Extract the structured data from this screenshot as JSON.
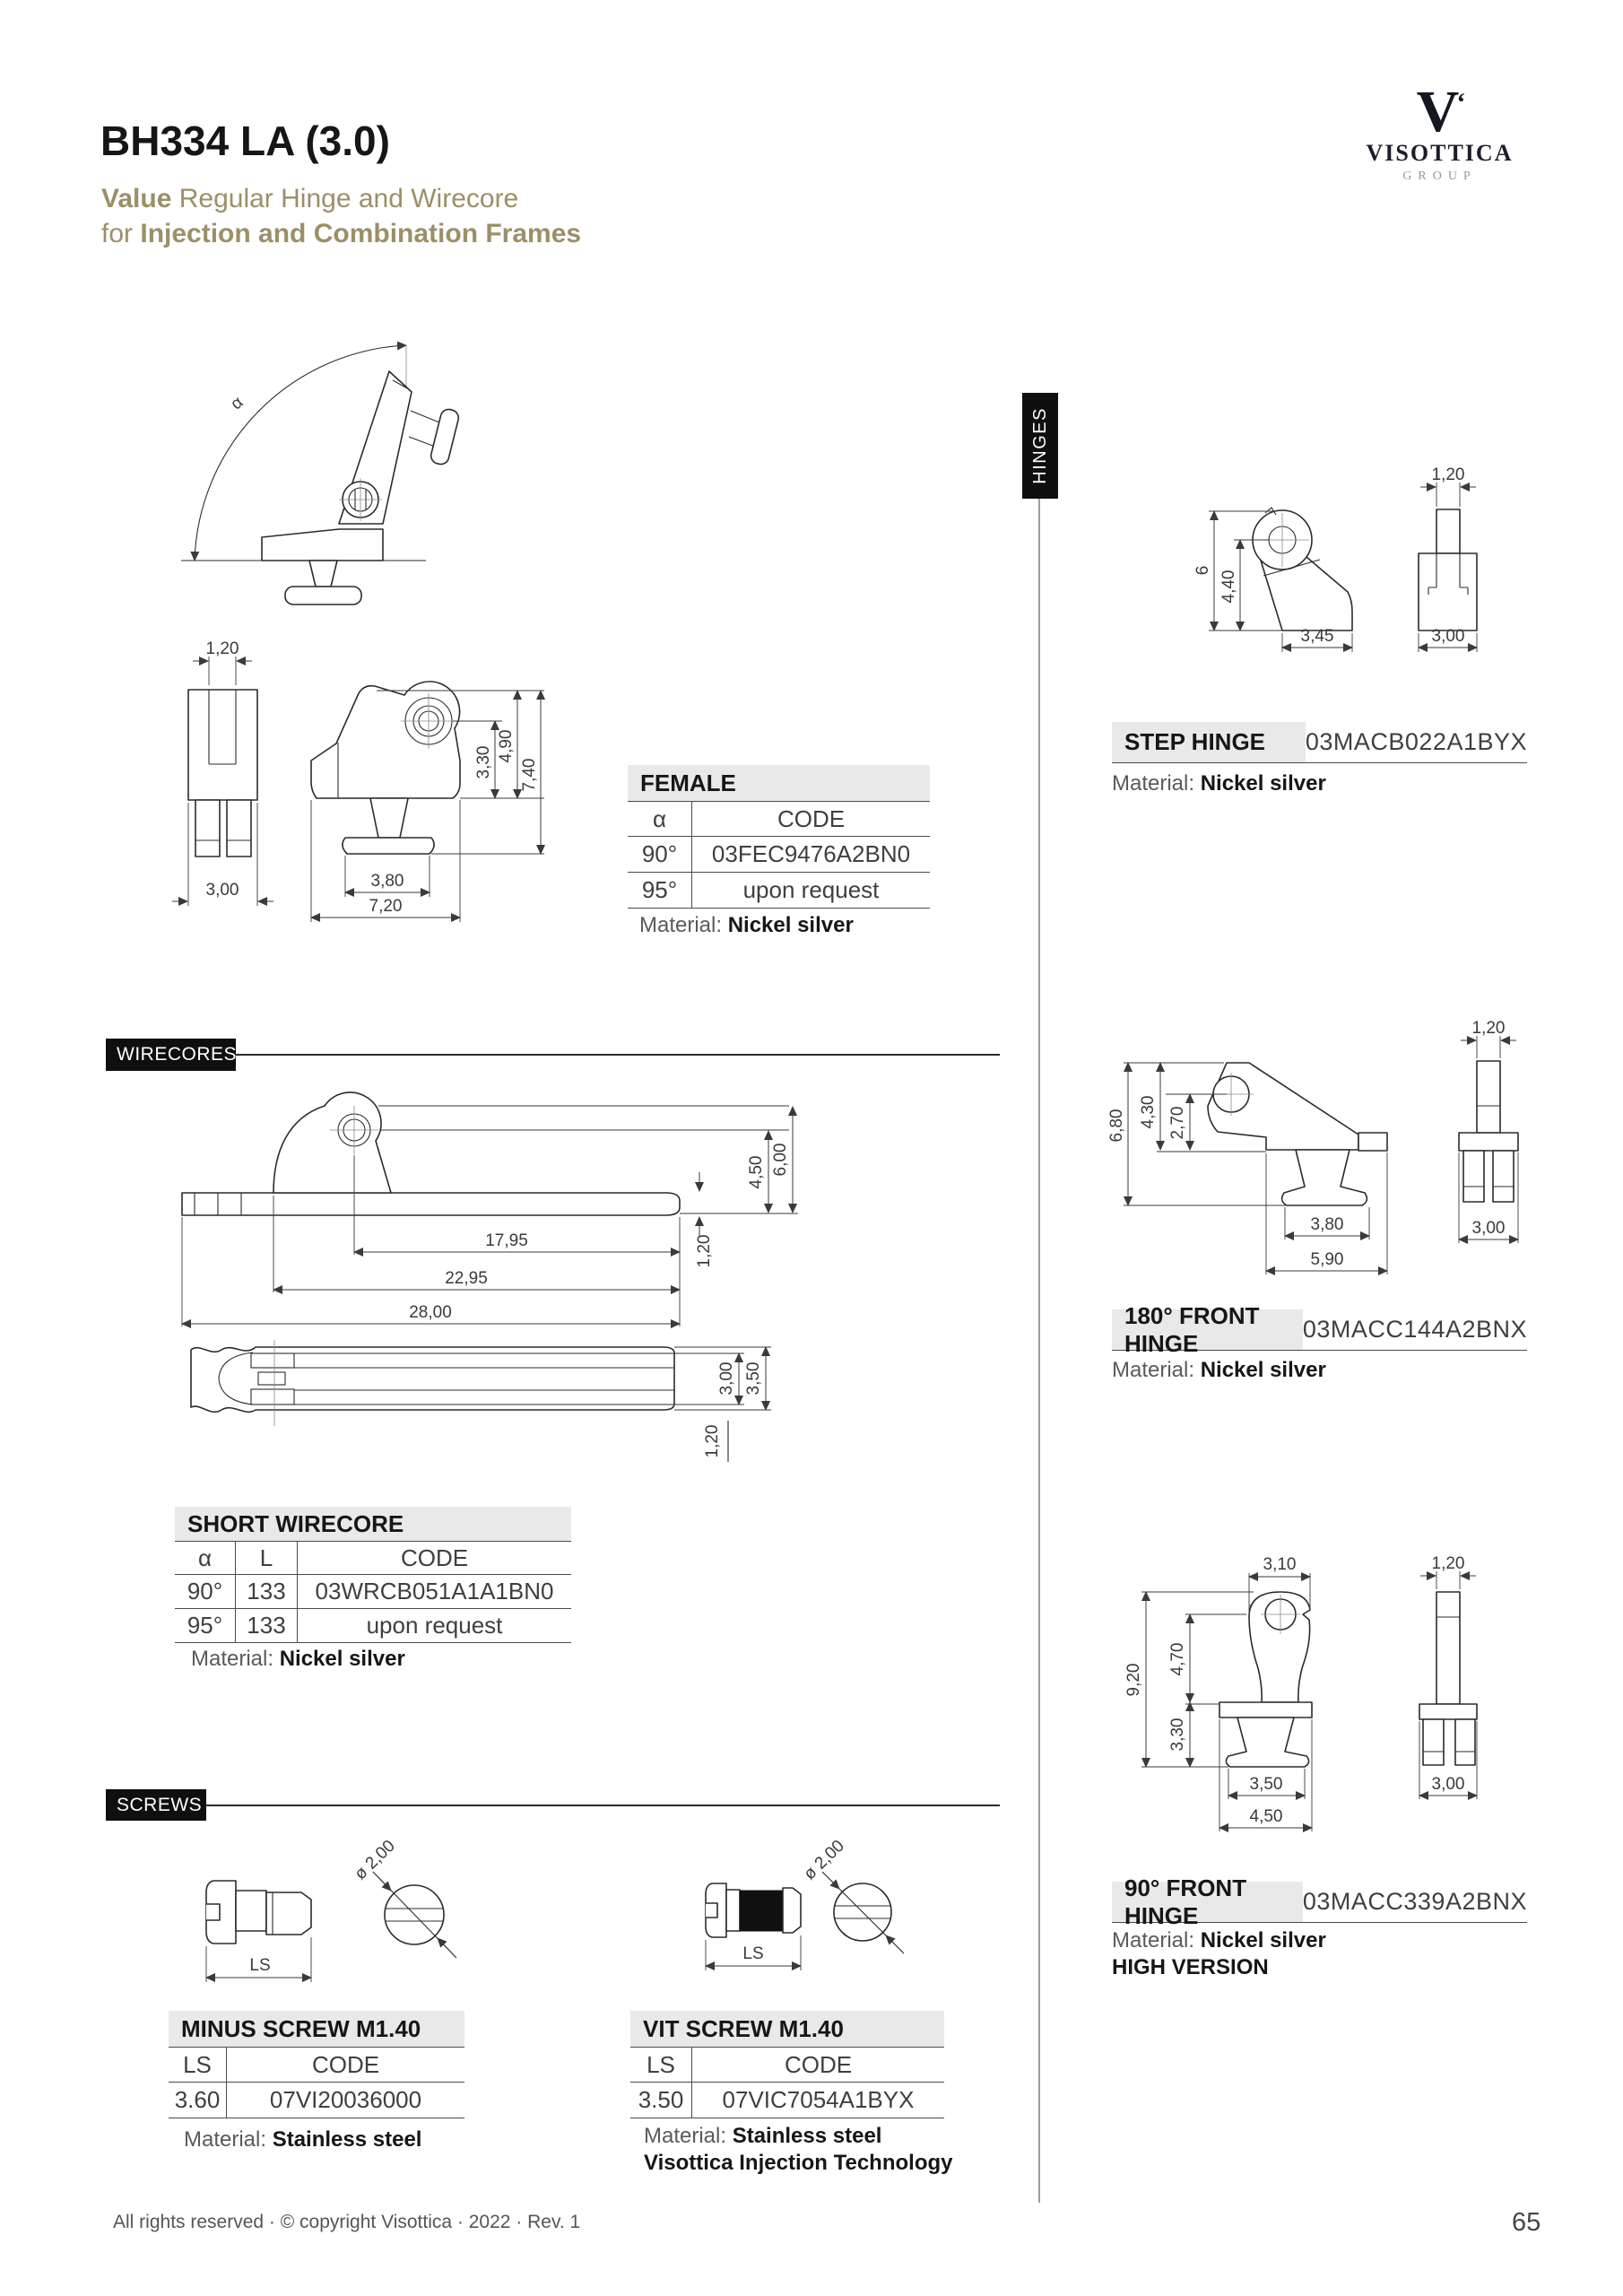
{
  "page": {
    "title": "BH334 LA (3.0)",
    "footer": "All rights reserved · © copyright Visottica · 2022 · Rev. 1",
    "page_number": "65"
  },
  "subtitle": {
    "line1_bold": "Value",
    "line1_rest": " Regular Hinge and Wirecore",
    "line2_pre": "for ",
    "line2_bold": "Injection and Combination Frames"
  },
  "logo": {
    "mark": "V",
    "flourish": "‘",
    "name": "VISOTTICA",
    "group": "GROUP"
  },
  "side_tab": {
    "label": "HINGES"
  },
  "section_labels": {
    "wirecores": "WIRECORES",
    "screws": "SCREWS"
  },
  "labels": {
    "material": "Material:"
  },
  "female_table": {
    "title": "FEMALE",
    "col_angle": "α",
    "col_code": "CODE",
    "rows": [
      {
        "angle": "90°",
        "code": "03FEC9476A2BN0"
      },
      {
        "angle": "95°",
        "code": "upon request"
      }
    ],
    "material": "Nickel silver"
  },
  "short_wirecore_table": {
    "title": "SHORT WIRECORE",
    "col_angle": "α",
    "col_l": "L",
    "col_code": "CODE",
    "rows": [
      {
        "angle": "90°",
        "l": "133",
        "code": "03WRCB051A1A1BN0"
      },
      {
        "angle": "95°",
        "l": "133",
        "code": "upon request"
      }
    ],
    "material": "Nickel silver"
  },
  "minus_screw_table": {
    "title": "MINUS SCREW M1.40",
    "col_ls": "LS",
    "col_code": "CODE",
    "rows": [
      {
        "ls": "3.60",
        "code": "07VI20036000"
      }
    ],
    "material": "Stainless steel"
  },
  "vit_screw_table": {
    "title": "VIT SCREW M1.40",
    "col_ls": "LS",
    "col_code": "CODE",
    "rows": [
      {
        "ls": "3.50",
        "code": "07VIC7054A1BYX"
      }
    ],
    "material": "Stainless steel",
    "note": "Visottica Injection Technology"
  },
  "products": {
    "step_hinge": {
      "name": "STEP HINGE",
      "code": "03MACB022A1BYX",
      "material": "Nickel silver"
    },
    "front_hinge_180": {
      "name": "180° FRONT HINGE",
      "code": "03MACC144A2BNX",
      "material": "Nickel silver"
    },
    "front_hinge_90": {
      "name": "90° FRONT HINGE",
      "code": "03MACC339A2BNX",
      "material": "Nickel silver",
      "note": "HIGH VERSION"
    }
  },
  "dims": {
    "alpha": "α",
    "hinge_front": {
      "w120": "1,20",
      "w300": "3,00",
      "h330": "3,30",
      "h490": "4,90",
      "h740": "7,40",
      "w380": "3,80",
      "w720": "7,20"
    },
    "step_hinge": {
      "h6": "6",
      "h440": "4,40",
      "w345": "3,45",
      "w120": "1,20",
      "w300": "3,00"
    },
    "wirecore": {
      "l1795": "17,95",
      "l2295": "22,95",
      "l2800": "28,00",
      "h450": "4,50",
      "h600": "6,00",
      "t120": "1,20"
    },
    "wirecore_section": {
      "h300": "3,00",
      "h350": "3,50",
      "t120": "1,20"
    },
    "front_180": {
      "h680": "6,80",
      "h430": "4,30",
      "h270": "2,70",
      "w380": "3,80",
      "w590": "5,90",
      "w120": "1,20",
      "w300": "3,00"
    },
    "front_90": {
      "w310": "3,10",
      "h920": "9,20",
      "h470": "4,70",
      "h330": "3,30",
      "w350": "3,50",
      "w450": "4,50",
      "w120": "1,20",
      "w300": "3,00"
    },
    "screw": {
      "ls": "LS",
      "dia": "ø 2,00"
    }
  },
  "colors": {
    "accent": "#9c8f68",
    "band": "#e9e9e9",
    "tab_bg": "#0f0f0f"
  }
}
